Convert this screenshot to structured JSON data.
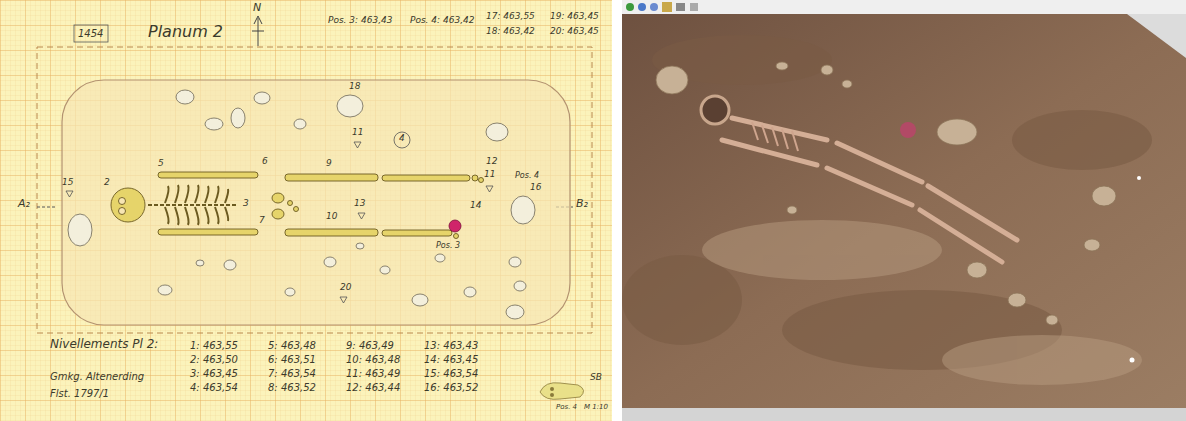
{
  "diagram": {
    "title": "Planum 2",
    "labels": [
      "1454",
      "N",
      "Pos. 3: 463,43",
      "Pos. 4: 463,42",
      "17: 463,55",
      "19: 463,45",
      "18: 463,42",
      "20: 463,45",
      "A₂",
      "B₂",
      "15",
      "2",
      "5",
      "6",
      "9",
      "18",
      "11",
      "4",
      "12",
      "11",
      "16",
      "14",
      "3",
      "7",
      "13",
      "10",
      "20",
      "Pos. 3",
      "Pos. 4",
      "Nivellements Pl 2:",
      "1: 463,55",
      "5: 463,48",
      "9: 463,49",
      "13: 463,43",
      "2: 463,50",
      "6: 463,51",
      "10: 463,48",
      "14: 463,45",
      "3: 463,45",
      "7: 463,54",
      "11: 463,49",
      "15: 463,54",
      "4: 463,54",
      "8: 463,52",
      "12: 463,44",
      "16: 463,52",
      "Gmkg. Altenerding",
      "Flst. 1797/1",
      "SB",
      "Pos. 4",
      "M 1:10"
    ]
  }
}
